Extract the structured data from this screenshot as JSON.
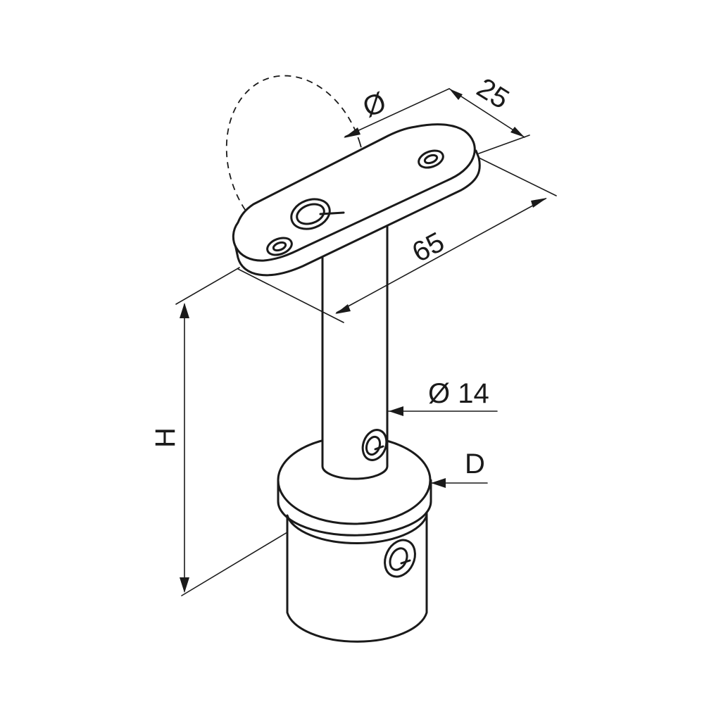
{
  "dimensions": {
    "plate_width": "25",
    "plate_length": "65",
    "rail_diameter": "Ø",
    "stem_diameter": "Ø 14",
    "base_diameter": "D",
    "height": "H"
  },
  "colors": {
    "line": "#1a1a1a",
    "background": "#ffffff"
  }
}
